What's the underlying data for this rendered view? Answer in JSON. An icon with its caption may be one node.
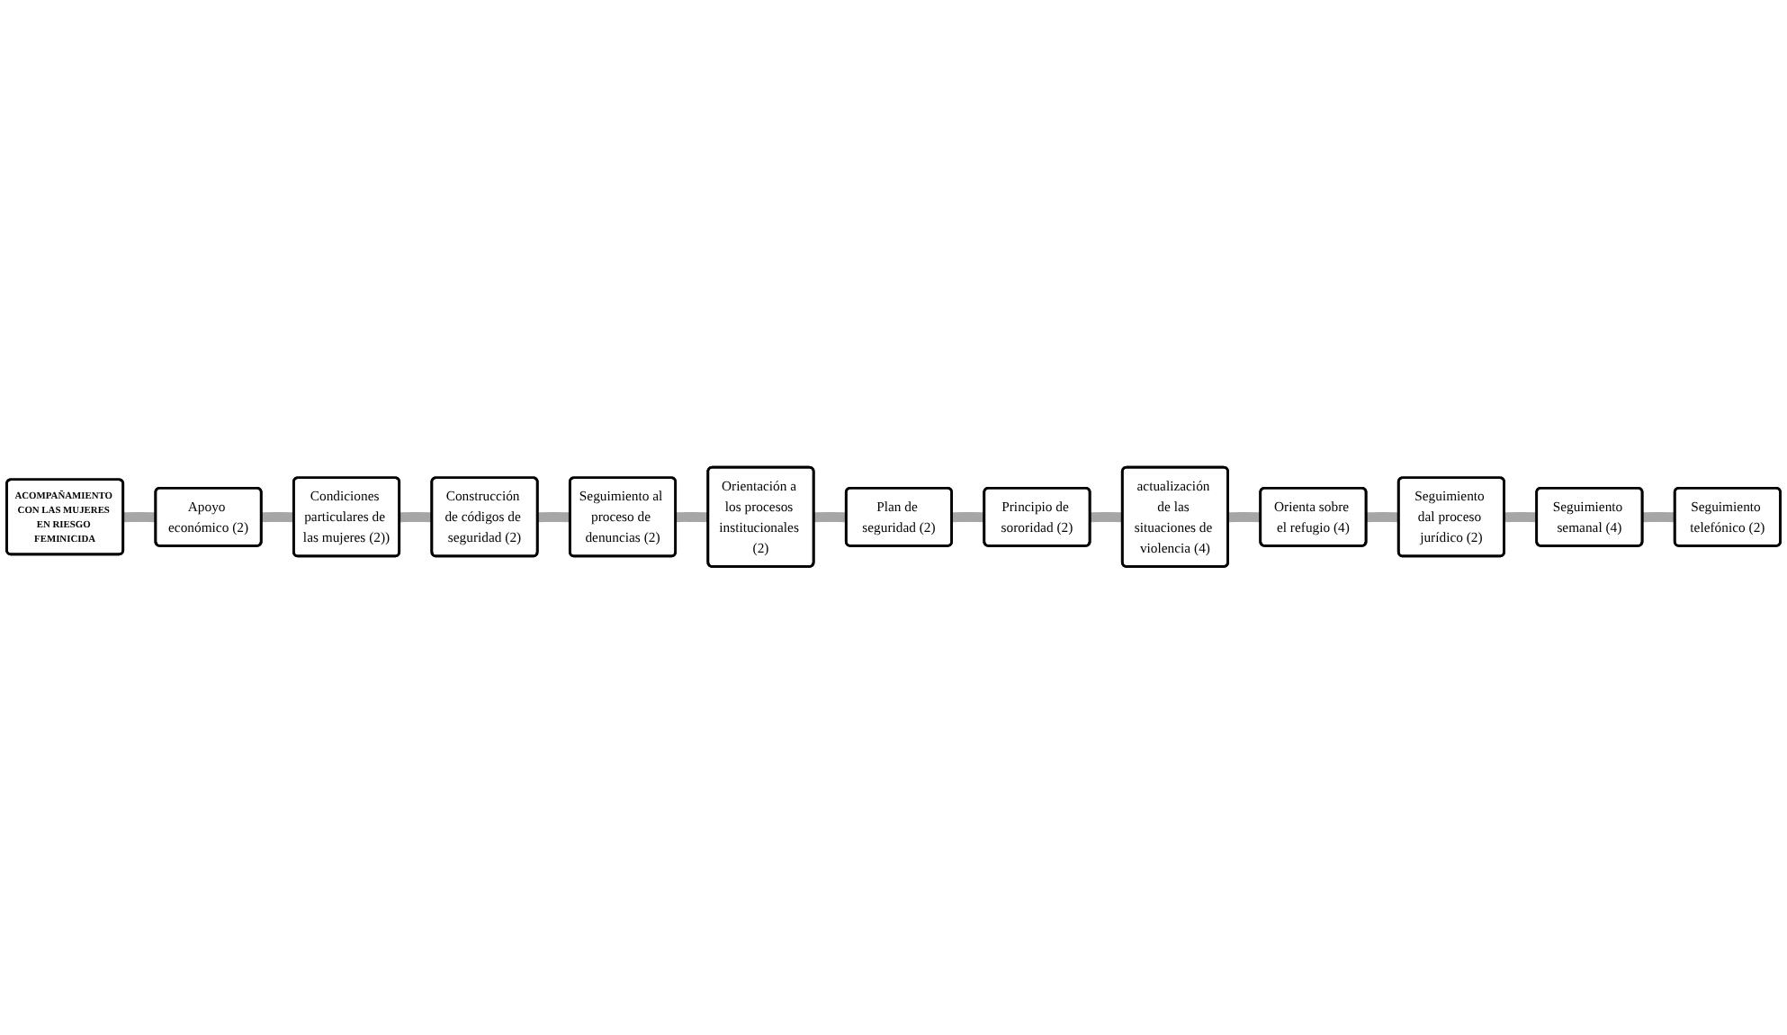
{
  "diagram": {
    "nodes": [
      {
        "text": [
          "ACOMPAÑAMIENTO CON LAS MUJERES EN RIESGO FEMINICIDA"
        ]
      },
      {
        "text": [
          "Apoyo económico (2)"
        ]
      },
      {
        "text": [
          "Condiciones particulares de las mujeres (2))"
        ]
      },
      {
        "text": [
          "Construcción de códigos de seguridad (2)"
        ]
      },
      {
        "text": [
          "Seguimiento al proceso de denuncias (2)"
        ]
      },
      {
        "text": [
          "Orientación a los procesos institucionales (2)"
        ]
      },
      {
        "text": [
          "Plan de seguridad (2)"
        ]
      },
      {
        "text": [
          "Principio de sororidad (2)"
        ]
      },
      {
        "text": [
          "actualización de las situaciones de violencia (4)"
        ]
      },
      {
        "text": [
          "Orienta sobre el refugio (4)"
        ]
      },
      {
        "text": [
          "Seguimiento dal proceso jurídico (2)"
        ]
      },
      {
        "text": [
          "Seguimiento semanal (4)"
        ]
      },
      {
        "text": [
          "Seguimiento telefónico (2)"
        ]
      }
    ],
    "edges": [
      {
        "from": 0,
        "to": 1,
        "arrow": "none"
      },
      {
        "from": 1,
        "to": 2,
        "arrow": "none"
      },
      {
        "from": 2,
        "to": 3,
        "arrow": "none"
      },
      {
        "from": 3,
        "to": 4,
        "arrow": "none"
      },
      {
        "from": 4,
        "to": 5,
        "arrow": "none"
      },
      {
        "from": 5,
        "to": 6,
        "arrow": "none"
      },
      {
        "from": 6,
        "to": 7,
        "arrow": "none"
      },
      {
        "from": 7,
        "to": 8,
        "arrow": "none"
      },
      {
        "from": 8,
        "to": 9,
        "arrow": "none"
      },
      {
        "from": 9,
        "to": 10,
        "arrow": "none"
      },
      {
        "from": 10,
        "to": 11,
        "arrow": "none"
      },
      {
        "from": 11,
        "to": 12,
        "arrow": "none"
      }
    ]
  }
}
